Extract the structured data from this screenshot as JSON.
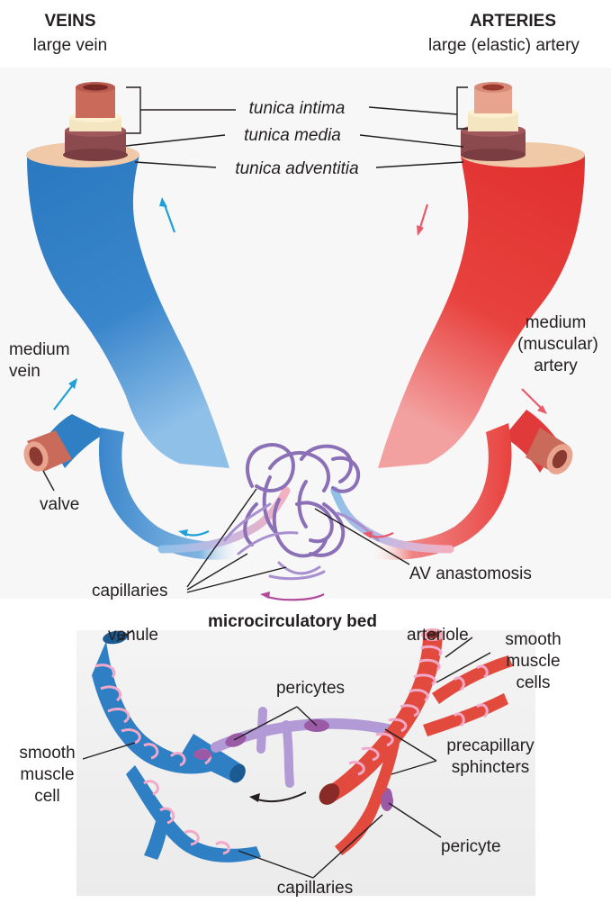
{
  "veins": {
    "heading": "VEINS",
    "subheading": "large vein"
  },
  "arteries": {
    "heading": "ARTERIES",
    "subheading": "large (elastic) artery"
  },
  "layers": {
    "intima": "tunica intima",
    "media": "tunica  media",
    "adventitia": "tunica  adventitia"
  },
  "labels": {
    "medium_vein_1": "medium",
    "medium_vein_2": "vein",
    "valve": "valve",
    "medium_artery_1": "medium",
    "medium_artery_2": "(muscular)",
    "medium_artery_3": "artery",
    "capillaries_top": "capillaries",
    "av_anastomosis": "AV anastomosis",
    "microcirculatory_bed": "microcirculatory bed",
    "venule": "venule",
    "arteriole": "arteriole",
    "smooth_muscle_cells_1": "smooth",
    "smooth_muscle_cells_2": "muscle",
    "smooth_muscle_cells_3": "cells",
    "pericytes": "pericytes",
    "smooth_muscle_cell_1": "smooth",
    "smooth_muscle_cell_2": "muscle",
    "smooth_muscle_cell_3": "cell",
    "precapillary_1": "precapillary",
    "precapillary_2": "sphincters",
    "pericyte": "pericyte",
    "capillaries_bottom": "capillaries"
  },
  "colors": {
    "vein": "#2f7fc4",
    "artery": "#e03a3a",
    "capillary": "#9b86c4",
    "smooth_muscle": "#f2a8c8",
    "pericyte": "#9a5aa6",
    "flow_arrow_vein": "#1ea0d8",
    "flow_arrow_artery": "#e85a6a",
    "flow_arrow_bed": "#b04a9a"
  }
}
